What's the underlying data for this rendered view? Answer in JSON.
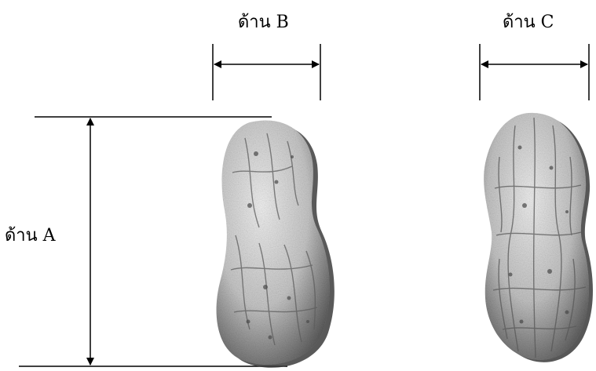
{
  "labels": {
    "side_a": "ด้าน A",
    "side_b": "ด้าน B",
    "side_c": "ด้าน C"
  },
  "colors": {
    "line": "#000000",
    "shell_base": "#d9d9d9",
    "shell_shadow": "#4a4a4a",
    "shell_highlight": "#f2f2f2",
    "shell_texture": "#5c5c5c"
  },
  "shapes": {
    "peanut_side": "peanut-side-view",
    "peanut_front": "peanut-front-view"
  }
}
